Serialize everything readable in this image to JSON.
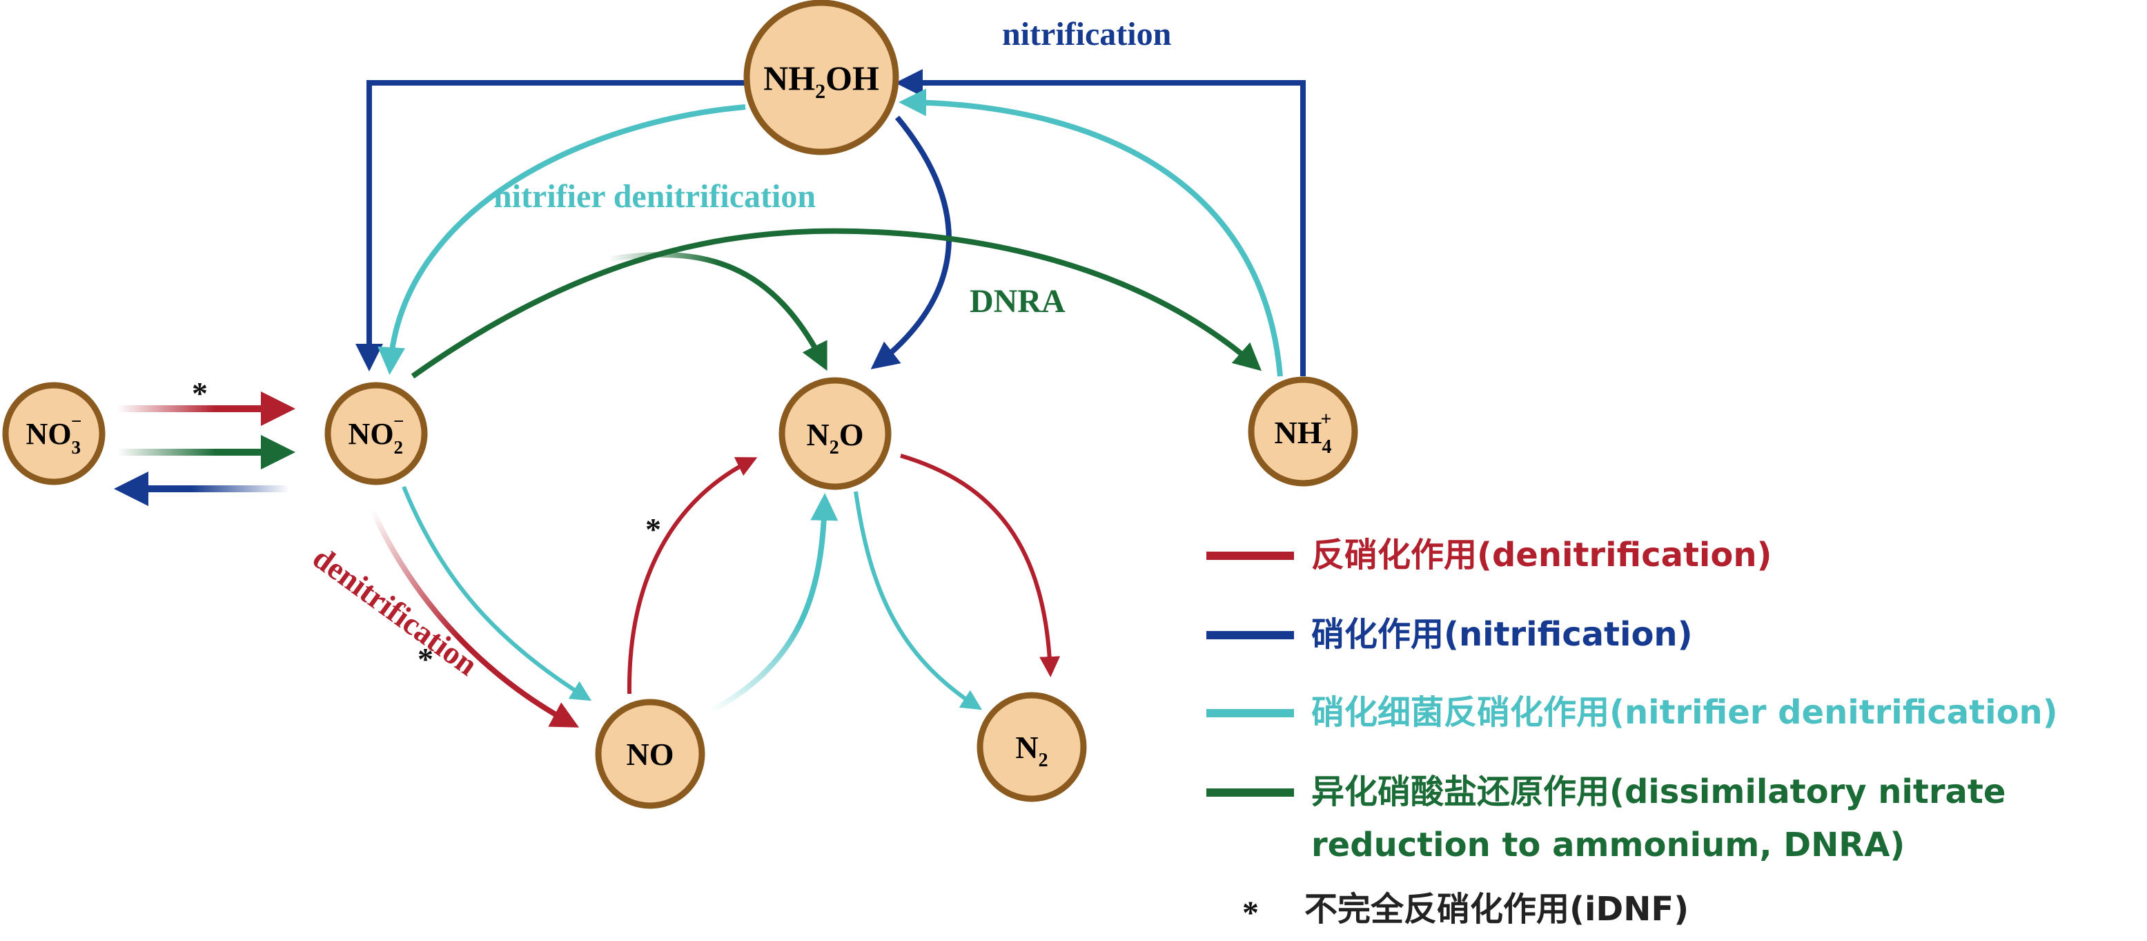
{
  "colors": {
    "denitrification": "#b21f2d",
    "nitrification": "#153a8f",
    "nitrifier_denitrification": "#4dc0c4",
    "dnra": "#1a6b36",
    "node_fill": "#f6cfa1",
    "node_stroke": "#8a5a1f"
  },
  "nodes": {
    "no3": {
      "main": "NO",
      "sub": "3",
      "sup": "−"
    },
    "no2": {
      "main": "NO",
      "sub": "2",
      "sup": "−"
    },
    "nh2oh": {
      "a": "NH",
      "sub": "2",
      "b": "OH"
    },
    "n2o": {
      "a": "N",
      "sub": "2",
      "b": "O"
    },
    "nh4": {
      "main": "NH",
      "sub": "4",
      "sup": "+"
    },
    "no": {
      "main": "NO"
    },
    "n2": {
      "main": "N",
      "sub": "2"
    }
  },
  "labels": {
    "nitrification": "nitrification",
    "nitrifier_denitrification": "nitrifier denitrification",
    "dnra": "DNRA",
    "denitrification": "denitrification"
  },
  "star": "*",
  "legend": {
    "denitrification": "反硝化作用(denitrification)",
    "nitrification": "硝化作用(nitrification)",
    "nitrifier_denitrification": "硝化细菌反硝化作用(nitrifier denitrification)",
    "dnra_line1": "异化硝酸盐还原作用(dissimilatory nitrate",
    "dnra_line2": "reduction to ammonium, DNRA)",
    "idnf": "不完全反硝化作用(iDNF)"
  }
}
